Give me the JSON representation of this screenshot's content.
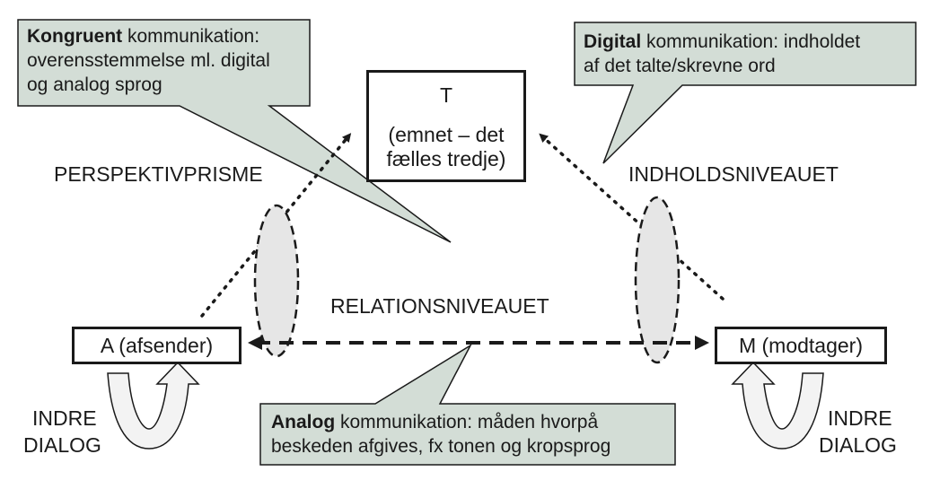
{
  "nodes": {
    "topic": {
      "letter": "T",
      "line1": "(emnet – det",
      "line2": "fælles tredje)"
    },
    "sender": {
      "label": "A (afsender)"
    },
    "receiver": {
      "label": "M (modtager)"
    }
  },
  "labels": {
    "perspective": "PERSPEKTIVPRISME",
    "content_level": "INDHOLDSNIVEAUET",
    "relation_level": "RELATIONSNIVEAUET",
    "inner_dialog_left": [
      "INDRE",
      "DIALOG"
    ],
    "inner_dialog_right": [
      "INDRE",
      "DIALOG"
    ]
  },
  "callouts": {
    "congruent": {
      "keyword": "Kongruent",
      "rest": " kommunikation:",
      "line2": "overensstemmelse ml. digital",
      "line3": "og analog sprog"
    },
    "digital": {
      "keyword": "Digital",
      "rest": " kommunikation: indholdet",
      "line2": "af det talte/skrevne ord"
    },
    "analog": {
      "keyword": "Analog",
      "rest": " kommunikation: måden hvorpå",
      "line2": "beskeden afgives, fx tonen og kropsprog"
    }
  },
  "colors": {
    "callout_fill": "#d3ddd6",
    "ellipse_fill": "#e6e6e6",
    "stroke": "#1a1a1a",
    "arrow_fill": "#f3f3f3"
  }
}
